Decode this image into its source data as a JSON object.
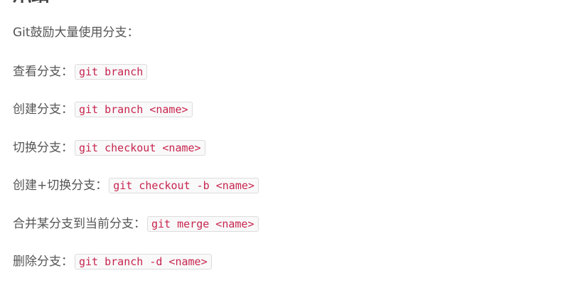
{
  "heading": "小结",
  "intro": "Git鼓励大量使用分支：",
  "commands": [
    {
      "label": "查看分支：",
      "code": "git branch"
    },
    {
      "label": "创建分支：",
      "code": "git branch <name>"
    },
    {
      "label": "切换分支：",
      "code": "git checkout <name>"
    },
    {
      "label": "创建+切换分支：",
      "code": "git checkout -b <name>"
    },
    {
      "label": "合并某分支到当前分支：",
      "code": "git merge <name>"
    },
    {
      "label": "删除分支：",
      "code": "git branch -d <name>"
    }
  ]
}
